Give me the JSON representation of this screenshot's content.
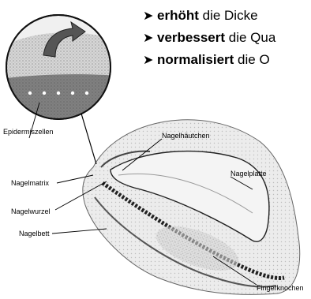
{
  "bullets": [
    {
      "bold": "erhöht",
      "rest": " die Dicke"
    },
    {
      "bold": "verbessert",
      "rest": " die Qua"
    },
    {
      "bold": "normalisiert",
      "rest": " die O"
    }
  ],
  "labels": {
    "epidermiszellen": "Epidermiszellen",
    "nagelhaeutchen": "Nagelhäutchen",
    "nagelplatte": "Nagelplatte",
    "nagelmatrix": "Nagelmatrix",
    "nagelwurzel": "Nagelwurzel",
    "nagelbett": "Nagelbett",
    "fingerknochen": "Fingerknochen"
  },
  "colors": {
    "ink": "#000000",
    "shade": "#bdbdbd",
    "light": "#e4e4e4"
  }
}
